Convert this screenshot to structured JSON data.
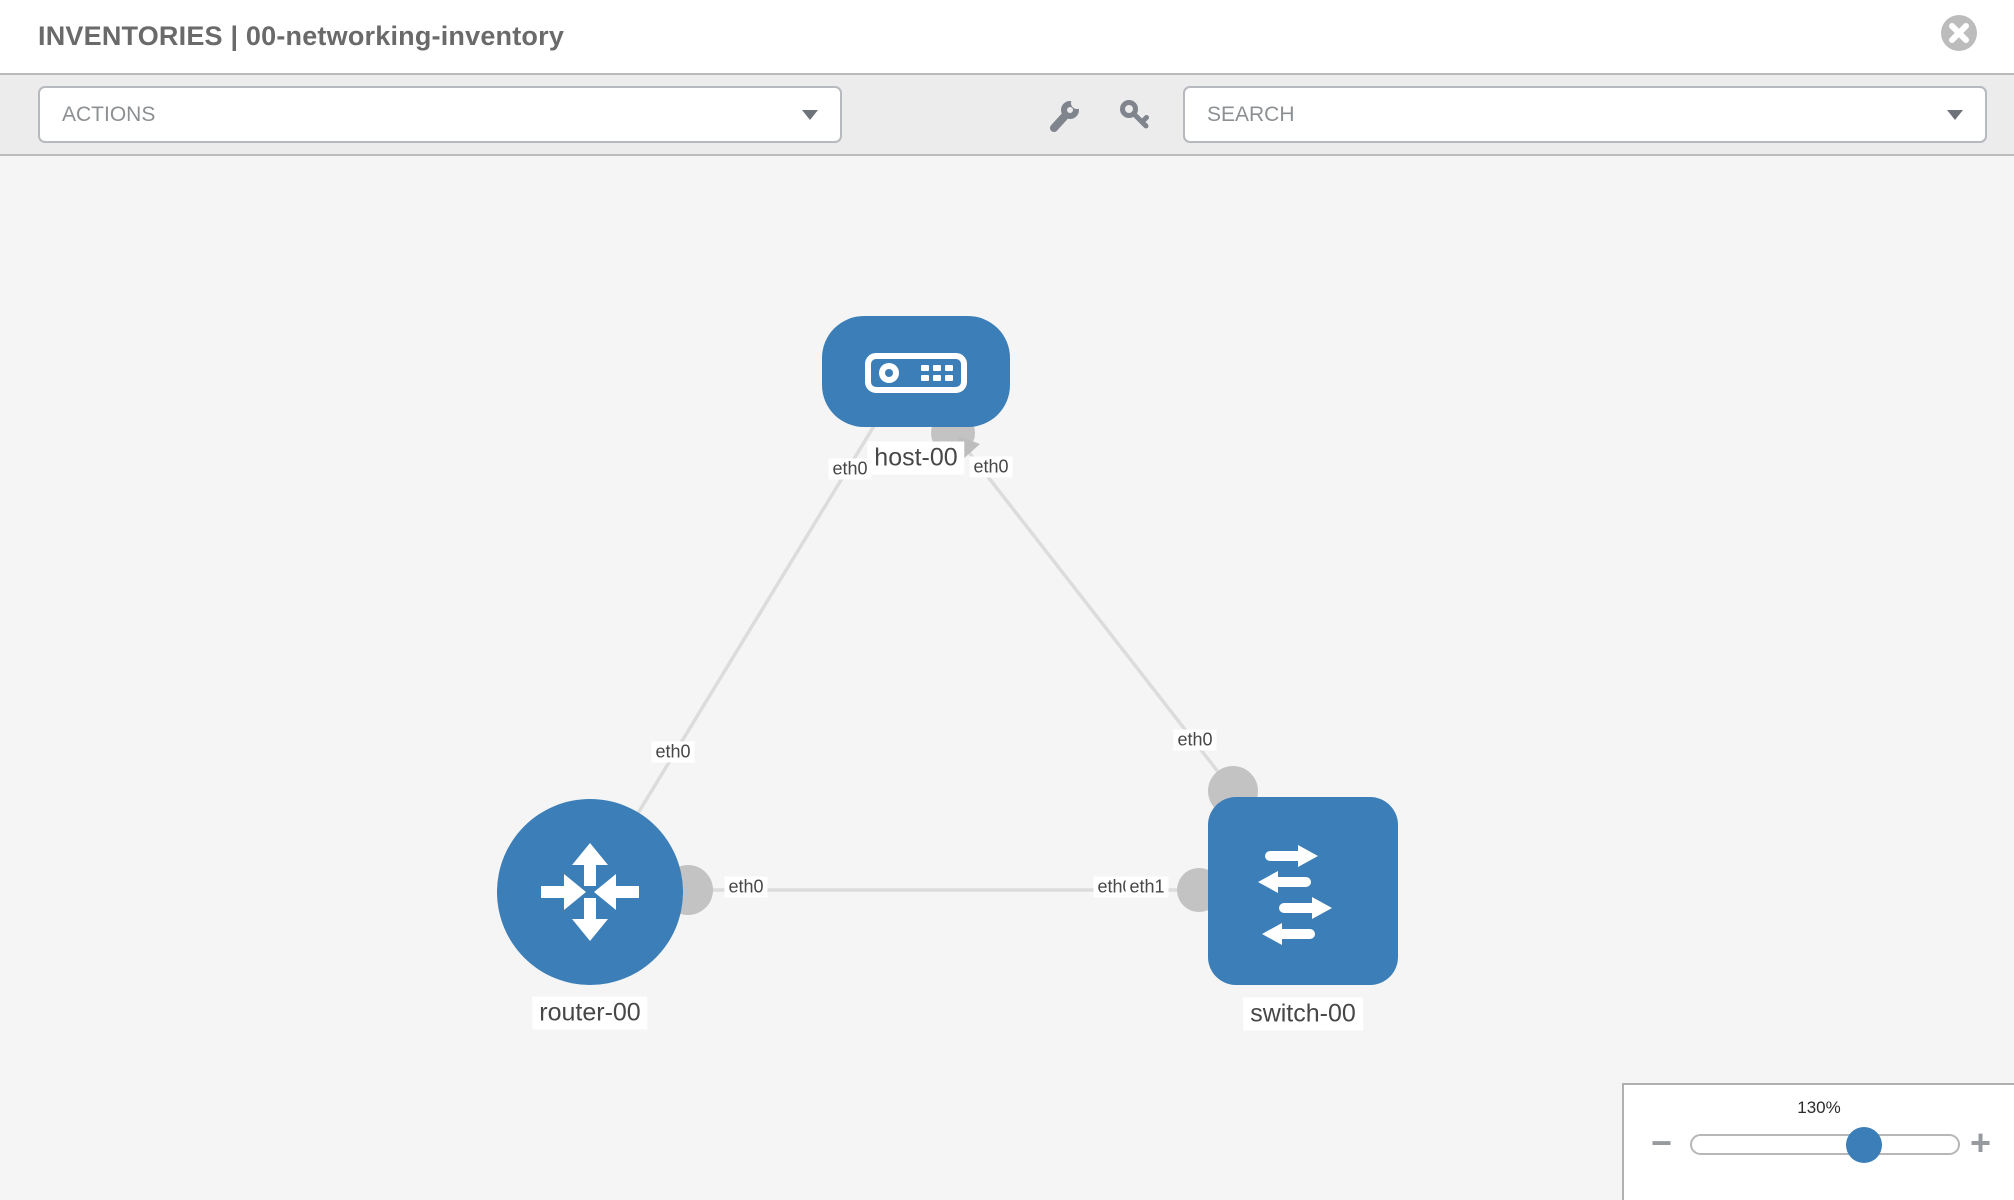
{
  "header": {
    "title": "INVENTORIES | 00-networking-inventory"
  },
  "toolbar": {
    "actions_label": "ACTIONS",
    "search_label": "SEARCH",
    "icons": [
      "wrench-icon",
      "key-icon"
    ]
  },
  "topology": {
    "nodes": [
      {
        "label": "host-00",
        "type": "host"
      },
      {
        "label": "router-00",
        "type": "router"
      },
      {
        "label": "switch-00",
        "type": "switch"
      }
    ],
    "links": [
      {
        "from": "router-00",
        "to": "host-00",
        "from_interface": "eth0",
        "to_interface": "eth0"
      },
      {
        "from": "switch-00",
        "to": "host-00",
        "from_interface": "eth0",
        "to_interface": "eth0"
      },
      {
        "from": "router-00",
        "to": "switch-00",
        "from_interface": "eth0",
        "to_interface": "eth1"
      }
    ],
    "interface_labels": {
      "host_left": "eth0",
      "host_right": "eth0",
      "router_host_mid": "eth0",
      "switch_top": "eth0",
      "router_right": "eth0",
      "switch_left_hidden": "eth0",
      "switch_left": "eth1"
    }
  },
  "zoom_control": {
    "level": "130%",
    "minus_label": "−",
    "plus_label": "+"
  },
  "colors": {
    "node_blue": "#3b7eb8",
    "link_gray": "#dcdcdc",
    "connector_gray": "#c3c3c3",
    "toolbar_bg": "#ececec",
    "canvas_bg": "#f5f5f5"
  }
}
